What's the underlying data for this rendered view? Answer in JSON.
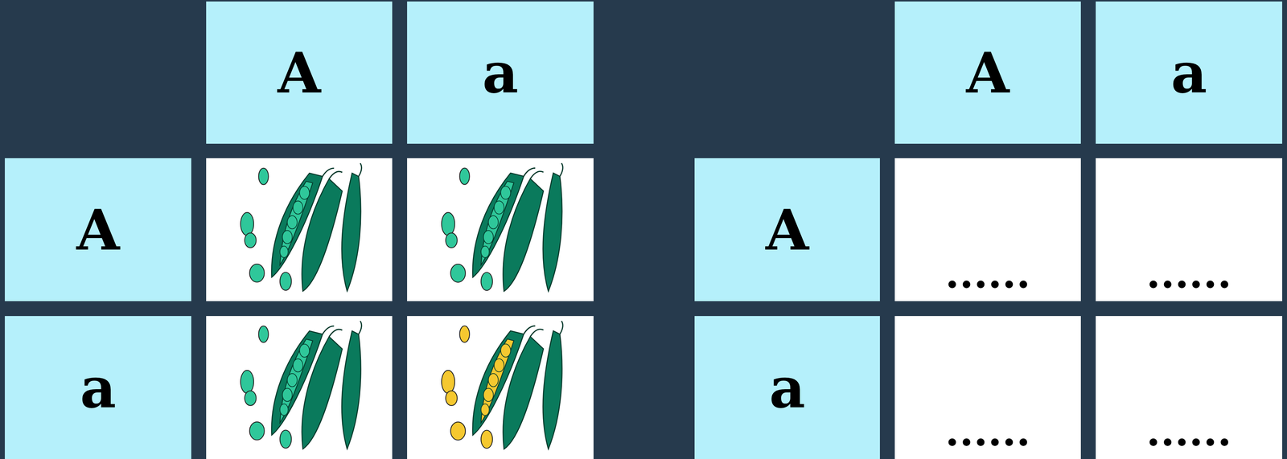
{
  "diagram": {
    "nodes": [
      {
        "text": [
          "A"
        ]
      },
      {
        "text": [
          "a"
        ]
      },
      {
        "text": [
          "A"
        ]
      },
      {
        "text": [
          "a"
        ]
      },
      {
        "text": [
          "A"
        ]
      },
      {
        "text": [
          "A"
        ]
      },
      {
        "text": [
          "......"
        ]
      },
      {
        "text": [
          "......"
        ]
      },
      {
        "text": [
          "a"
        ]
      },
      {
        "text": [
          "a"
        ]
      },
      {
        "text": [
          "......"
        ]
      },
      {
        "text": [
          "......"
        ]
      }
    ]
  }
}
